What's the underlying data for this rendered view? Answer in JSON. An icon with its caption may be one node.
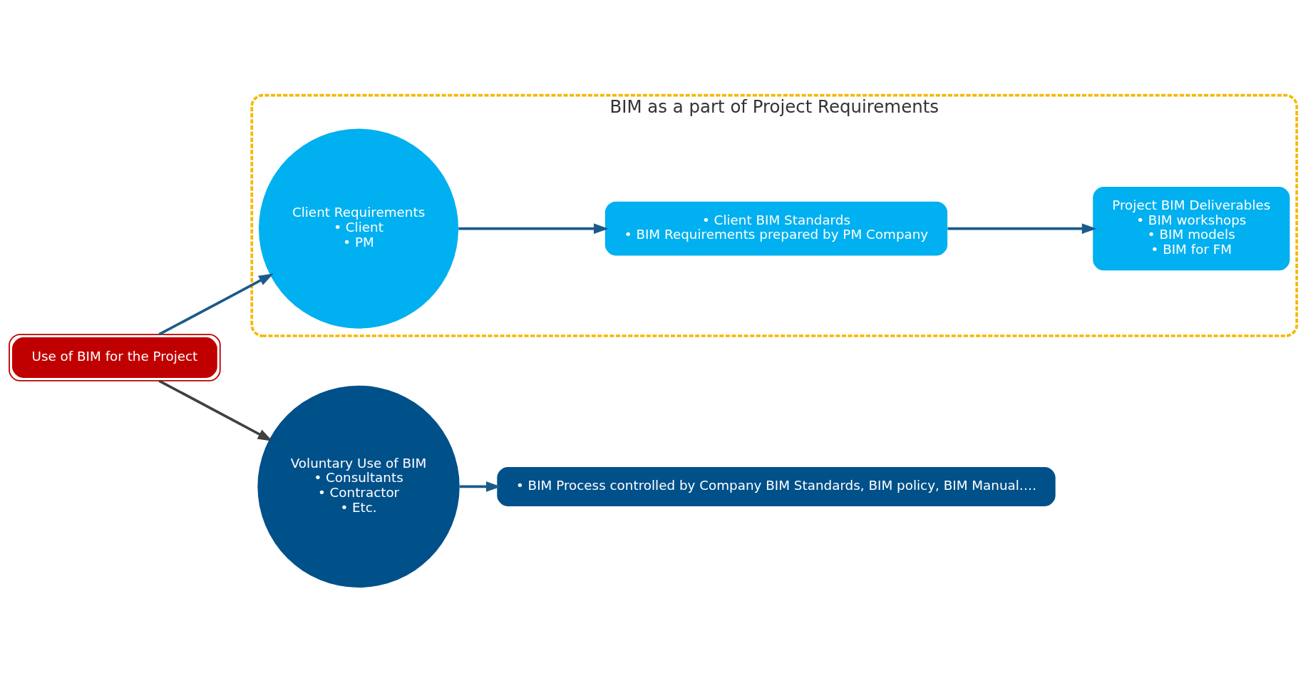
{
  "diagram": {
    "nodes": [
      {
        "text": [
          "BIM as a part of Project Requirements"
        ]
      },
      {
        "text": [
          "Client Requirements",
          "• Client",
          "• PM"
        ],
        "in": 0
      },
      {
        "text": [
          "• Client BIM Standards",
          "• BIM Requirements prepared by PM Company"
        ],
        "in": 0
      },
      {
        "text": [
          "Project BIM Deliverables",
          "• BIM workshops",
          "• BIM models",
          "• BIM for FM"
        ],
        "in": 0
      },
      {
        "text": [
          "Use of BIM for the Project"
        ]
      },
      {
        "text": [
          "Voluntary Use of BIM",
          "• Consultants",
          "• Contractor",
          "• Etc."
        ]
      },
      {
        "text": [
          "• BIM Process controlled by Company BIM Standards, BIM policy, BIM Manual…."
        ]
      }
    ],
    "edges": [
      {
        "from": 4,
        "to": 1,
        "arrow": "to"
      },
      {
        "from": 1,
        "to": 2,
        "arrow": "to"
      },
      {
        "from": 2,
        "to": 3,
        "arrow": "to"
      },
      {
        "from": 4,
        "to": 5,
        "arrow": "to",
        "color": "#404040"
      },
      {
        "from": 5,
        "to": 6,
        "arrow": "to"
      }
    ]
  }
}
